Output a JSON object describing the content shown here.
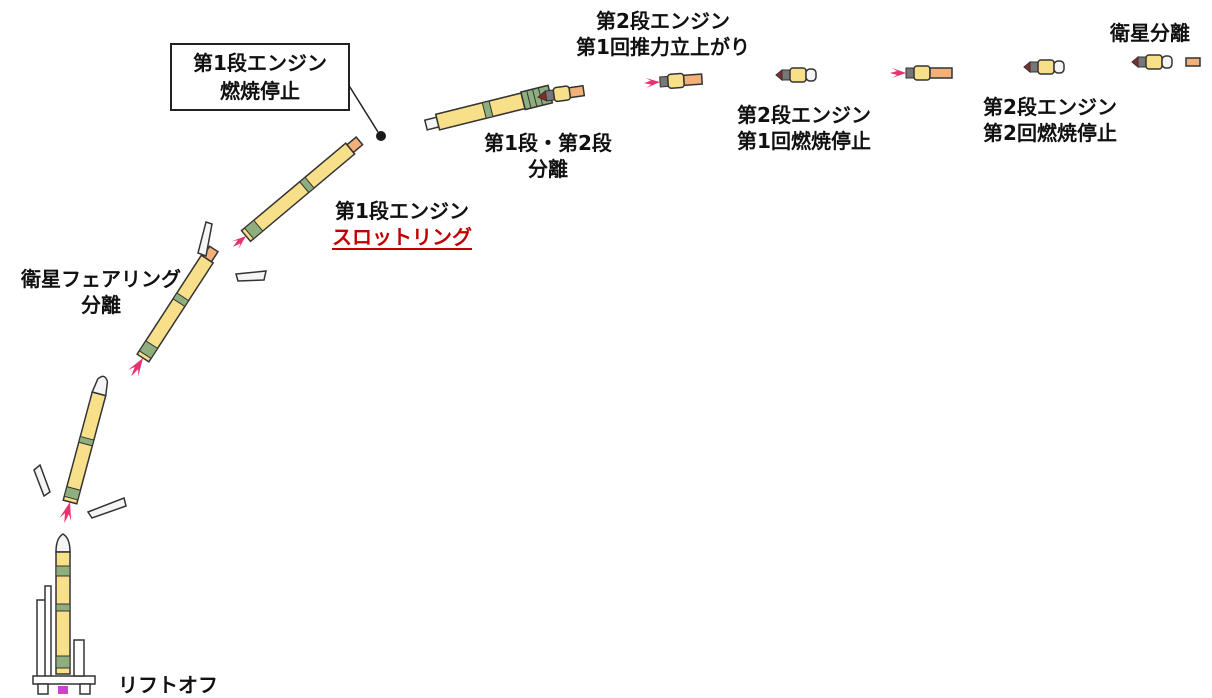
{
  "labels": {
    "liftoff": "リフトオフ",
    "fairing_sep": [
      "衛星フェアリング",
      "分離"
    ],
    "throttling": [
      "第1段エンジン",
      "スロットリング"
    ],
    "meco": [
      "第1段エンジン",
      "燃焼停止"
    ],
    "stage_sep": [
      "第1段・第2段",
      "分離"
    ],
    "second_ignition": [
      "第2段エンジン",
      "第1回推力立上がり"
    ],
    "seco1": [
      "第2段エンジン",
      "第1回燃焼停止"
    ],
    "seco2": [
      "第2段エンジン",
      "第2回燃焼停止"
    ],
    "sat_sep": "衛星分離"
  },
  "colors": {
    "body": "#f8e08a",
    "band": "#8fae7e",
    "outline": "#333333",
    "flame": "#e8326e",
    "nose": "#f5f5f5",
    "adapter": "#f2b07a",
    "emphasis": "#c00000"
  }
}
